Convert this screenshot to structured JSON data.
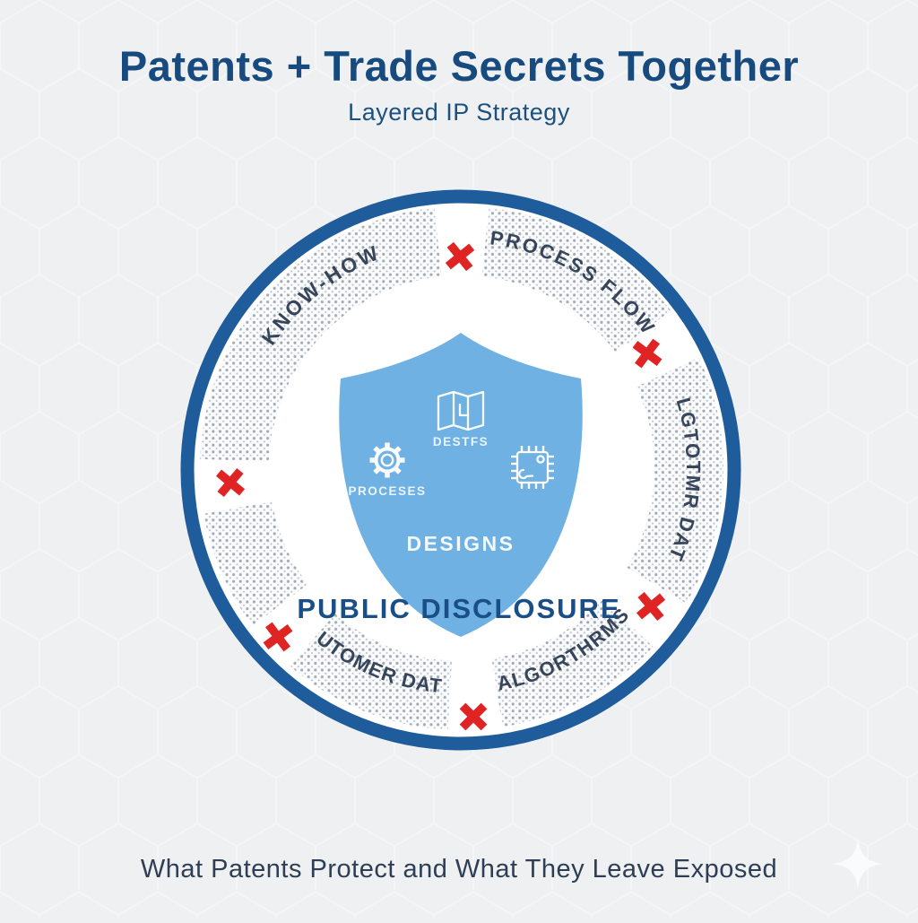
{
  "header": {
    "title": "Patents + Trade Secrets Together",
    "subtitle": "Layered IP Strategy"
  },
  "diagram": {
    "ring": {
      "segments": [
        {
          "label": "KNOW-HOW"
        },
        {
          "label": "PROCESS FLOW"
        },
        {
          "label": "LGTOTMR DAT"
        },
        {
          "label": "ALGORTHRMS"
        },
        {
          "label": "CUTOMER DATA"
        },
        {
          "label": ""
        }
      ],
      "x_marker_symbol": "✕",
      "x_marker_count": 6
    },
    "shield": {
      "icon_items": [
        {
          "icon": "blueprint-map-icon",
          "label": "DESTFS"
        },
        {
          "icon": "gear-icon",
          "label": "PROCESES"
        },
        {
          "icon": "microchip-icon",
          "label": ""
        }
      ],
      "center_label": "DESIGNS"
    },
    "inner_caption": "PUBLIC DISCLOSURE"
  },
  "footer": {
    "caption": "What Patents Protect and What They Leave Exposed"
  },
  "colors": {
    "background": "#eff0f2",
    "title_navy": "#174a7e",
    "ring_blue": "#1e5c9b",
    "shield_blue": "#6fb1e2",
    "label_slate": "#37455a",
    "x_red": "#e02424",
    "caption_slate": "#2e3e54",
    "dot_gray": "#a6abb3"
  }
}
